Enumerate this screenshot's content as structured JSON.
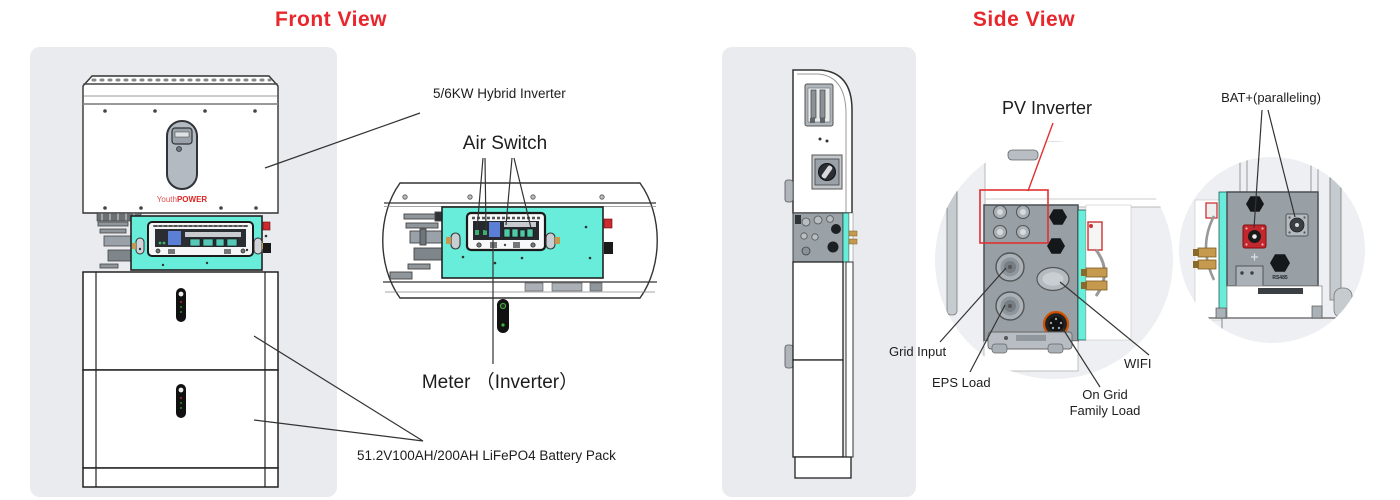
{
  "front": {
    "title": "Front View",
    "inverter_label": "5/6KW Hybrid Inverter",
    "air_switch_label": "Air Switch",
    "meter_label": "Meter （Inverter）",
    "battery_label": "51.2V100AH/200AH LiFePO4 Battery Pack",
    "brand_youth": "Youth",
    "brand_power": "POWER"
  },
  "side": {
    "title": "Side View",
    "pv_inverter_label": "PV Inverter",
    "bat_label": "BAT+(paralleling)",
    "grid_input_label": "Grid Input",
    "eps_load_label": "EPS Load",
    "wifi_label": "WIFI",
    "on_grid_line1": "On Grid",
    "on_grid_line2": "Family Load",
    "rs485_label": "RS485"
  },
  "colors": {
    "accent_red": "#e8262b",
    "teal": "#67edd9",
    "panel_bg": "#eaebee",
    "line": "#333333",
    "connector_red": "#c4262d",
    "gold": "#c59a4e"
  }
}
